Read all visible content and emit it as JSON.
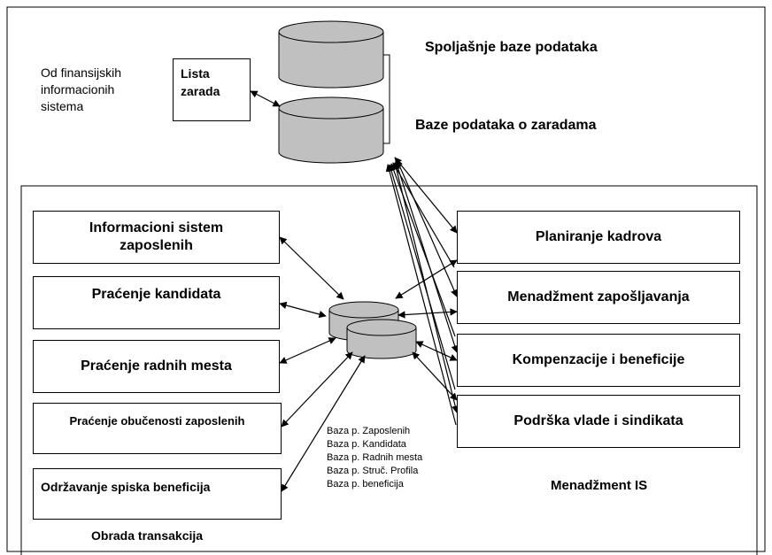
{
  "external": {
    "source_text": [
      "Od finansijskih",
      "informacionih",
      "sistema"
    ],
    "lista_zarada": [
      "Lista",
      "zarada"
    ],
    "spoljasnje_baze": "Spoljašnje baze podataka",
    "baze_zarade": "Baze podataka o zaradama"
  },
  "transactions": {
    "title": "Obrada transakcija",
    "boxes": [
      "Informacioni sistem zaposlenih",
      "Praćenje kandidata",
      "Praćenje radnih mesta",
      "Praćenje obučenosti zaposlenih",
      "Održavanje spiska beneficija"
    ]
  },
  "management": {
    "title": "Menadžment IS",
    "boxes": [
      "Planiranje kadrova",
      "Menadžment zapošljavanja",
      "Kompenzacije i beneficije",
      "Podrška vlade i sindikata"
    ]
  },
  "databases": {
    "list": [
      "Baza p. Zaposlenih",
      "Baza p. Kandidata",
      "Baza p. Radnih mesta",
      "Baza p. Struč. Profila",
      "Baza p. beneficija"
    ]
  },
  "colors": {
    "cylinder_fill": "#c0c0c0",
    "line": "#000000",
    "background": "#ffffff"
  }
}
